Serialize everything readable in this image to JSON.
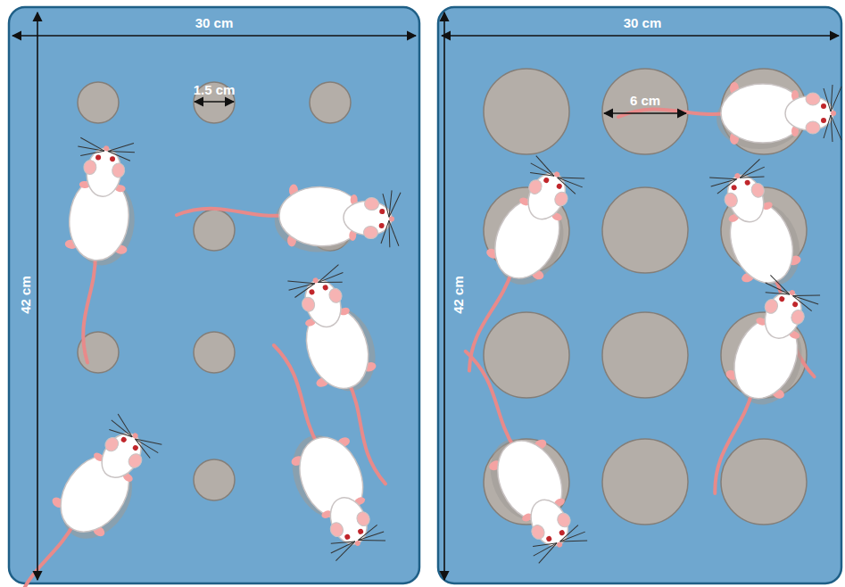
{
  "diagram": {
    "labels": [
      "30 cm",
      "1.5 cm",
      "42 cm",
      "30 cm",
      "6 cm",
      "42 cm"
    ]
  }
}
